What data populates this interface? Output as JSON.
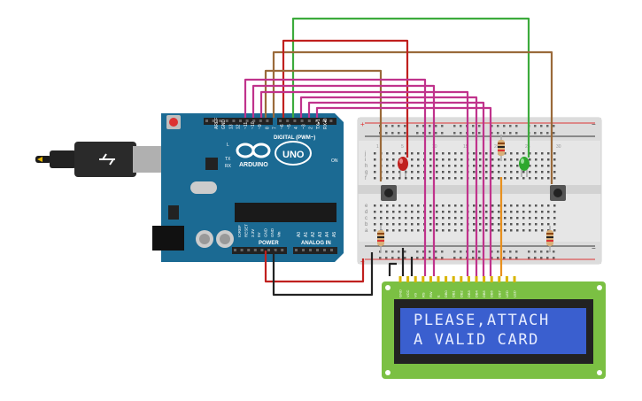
{
  "arduino": {
    "brand": "ARDUINO",
    "model": "UNO",
    "digital_label": "DIGITAL (PWM~)",
    "power_label": "POWER",
    "analog_label": "ANALOG IN",
    "on_label": "ON",
    "tx_label": "TX",
    "rx_label": "RX",
    "l_label": "L",
    "top_pin_labels": [
      "AREF",
      "GND",
      "13",
      "12",
      "~11",
      "~10",
      "~9",
      "8",
      "7",
      "~6",
      "~5",
      "4",
      "~3",
      "2",
      "TX▸1",
      "RX◂0"
    ],
    "power_pin_labels": [
      "IOREF",
      "RESET",
      "3.3V",
      "5V",
      "GND",
      "GND",
      "Vin"
    ],
    "analog_pin_labels": [
      "A0",
      "A1",
      "A2",
      "A3",
      "A4",
      "A5"
    ]
  },
  "lcd": {
    "line1": "PLEASE,ATTACH",
    "line2": "A VALID CARD",
    "pin_labels": [
      "GND",
      "VCC",
      "V0",
      "RS",
      "RW",
      "E",
      "DB0",
      "DB1",
      "DB2",
      "DB3",
      "DB4",
      "DB5",
      "DB6",
      "DB7",
      "LED",
      "LED"
    ]
  },
  "breadboard": {
    "row_letters_top": [
      "j",
      "i",
      "h",
      "g",
      "f"
    ],
    "row_letters_bottom": [
      "e",
      "d",
      "c",
      "b",
      "a"
    ],
    "column_numbers": [
      "1",
      "5",
      "10",
      "15",
      "20",
      "25",
      "30"
    ]
  },
  "colors": {
    "wire_magenta": "#c0338c",
    "wire_red": "#c0201e",
    "wire_green": "#3cab3c",
    "wire_brown": "#9a6a3a",
    "wire_black": "#222222",
    "wire_orange": "#e8901e",
    "led_red": "#c0201e",
    "led_green": "#2ea82e",
    "board_blue": "#1b6a93",
    "lcd_green": "#7bc043",
    "lcd_screen": "#3a5fcf"
  }
}
